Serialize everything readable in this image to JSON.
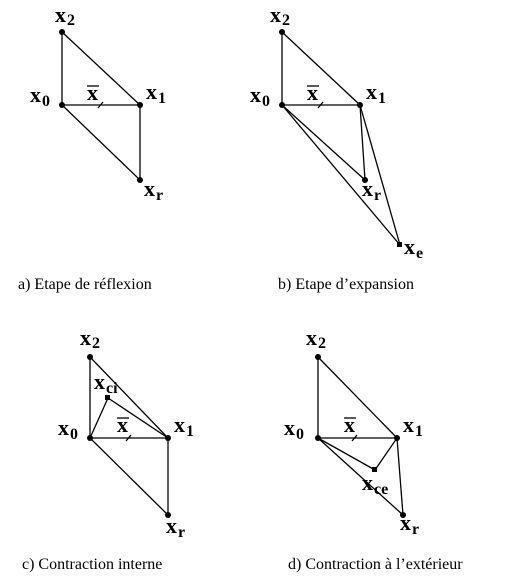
{
  "labels": {
    "x": "x",
    "x_bar": "x",
    "sub_0": "0",
    "sub_1": "1",
    "sub_2": "2",
    "sub_r": "r",
    "sub_e": "e",
    "sub_ci": "ci",
    "sub_ce": "ce"
  },
  "captions": {
    "a": "a) Etape de réflexion",
    "b": "b) Etape d’expansion",
    "c": "c)  Contraction interne",
    "d": "d)  Contraction à l’extérieur"
  }
}
